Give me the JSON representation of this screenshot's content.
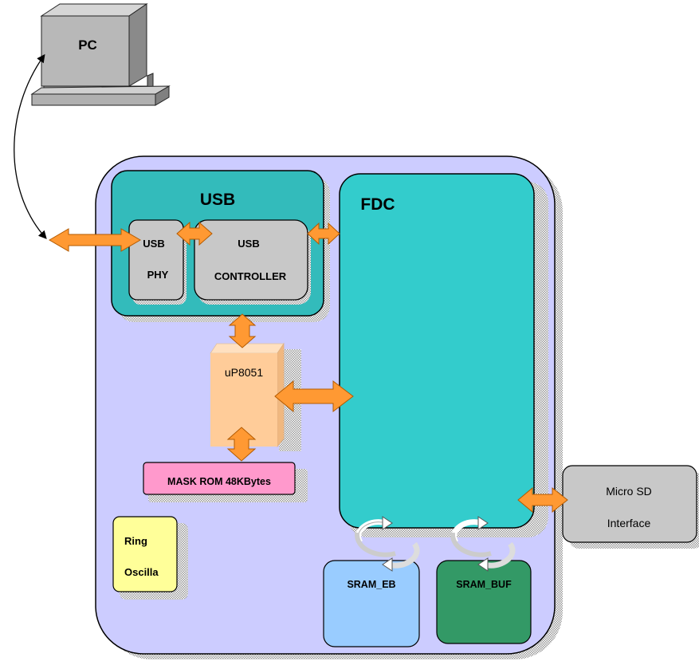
{
  "pc": {
    "label": "PC"
  },
  "usb": {
    "title": "USB",
    "phy_line1": "USB",
    "phy_line2": "PHY",
    "controller_line1": "USB",
    "controller_line2": "CONTROLLER"
  },
  "fdc": {
    "title": "FDC"
  },
  "mcu": {
    "label": "uP8051"
  },
  "rom": {
    "label": "MASK ROM 48KBytes"
  },
  "ring": {
    "line1": "Ring",
    "line2": "Oscilla"
  },
  "sram_eb": {
    "label": "SRAM_EB"
  },
  "sram_buf": {
    "label": "SRAM_BUF"
  },
  "microsd": {
    "line1": "Micro SD",
    "line2": "Interface"
  },
  "colors": {
    "chip": "#ccccff",
    "usb": "#33bbbb",
    "fdc": "#33cccc",
    "gray_block": "#c8c8c8",
    "mcu": "#ffcc99",
    "rom": "#ff99cc",
    "ring": "#ffff99",
    "sram_eb": "#99ccff",
    "sram_buf": "#339966",
    "arrow": "#ff9933"
  }
}
